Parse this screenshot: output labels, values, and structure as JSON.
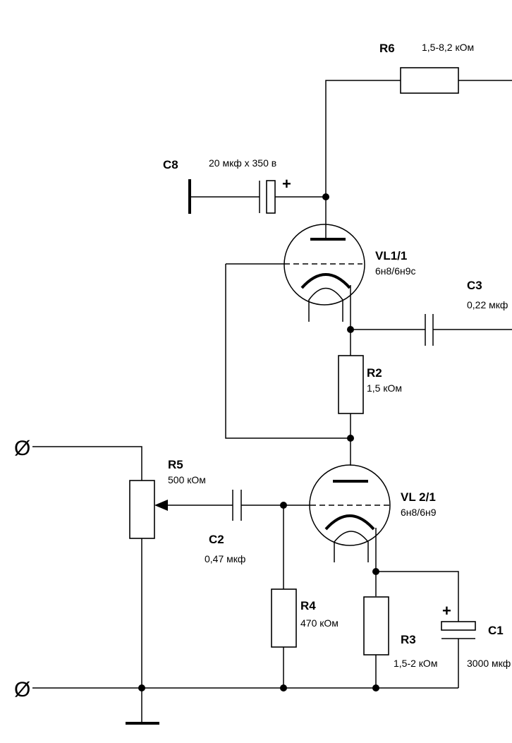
{
  "components": {
    "r6": {
      "ref": "R6",
      "value": "1,5-8,2 кОм"
    },
    "c8": {
      "ref": "C8",
      "value": "20 мкф х 350 в",
      "polarity": "+"
    },
    "vl1": {
      "ref": "VL1/1",
      "type": "6н8/6н9с"
    },
    "c3": {
      "ref": "C3",
      "value": "0,22 мкф"
    },
    "r2": {
      "ref": "R2",
      "value": "1,5 кОм"
    },
    "r5": {
      "ref": "R5",
      "value": "500 кОм"
    },
    "vl2": {
      "ref": "VL 2/1",
      "type": "6н8/6н9"
    },
    "c2": {
      "ref": "C2",
      "value": "0,47 мкф"
    },
    "r4": {
      "ref": "R4",
      "value": "470 кОм"
    },
    "r3": {
      "ref": "R3",
      "value": "1,5-2 кОм"
    },
    "c1": {
      "ref": "C1",
      "value": "3000 мкф",
      "polarity": "+"
    }
  },
  "terminals": {
    "symbol": "Ø"
  }
}
